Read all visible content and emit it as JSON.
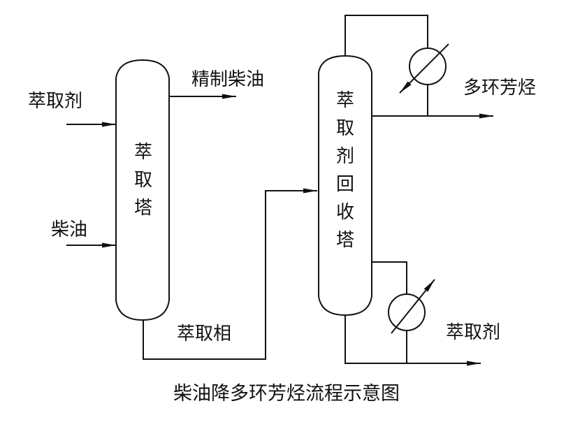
{
  "title": "柴油降多环芳烃流程示意图",
  "colors": {
    "line": "#111111",
    "background": "#ffffff"
  },
  "equipment": {
    "extraction_tower": {
      "label": [
        "萃",
        "取",
        "塔"
      ]
    },
    "recovery_tower": {
      "label": [
        "萃",
        "取",
        "剂",
        "回",
        "收",
        "塔"
      ]
    },
    "condenser": {
      "type": "heat-exchanger"
    },
    "reboiler": {
      "type": "heat-exchanger"
    }
  },
  "streams": {
    "solvent_in": "萃取剂",
    "diesel_in": "柴油",
    "refined_diesel_out": "精制柴油",
    "extract_phase": "萃取相",
    "pah_out": "多环芳烃",
    "solvent_out": "萃取剂"
  }
}
